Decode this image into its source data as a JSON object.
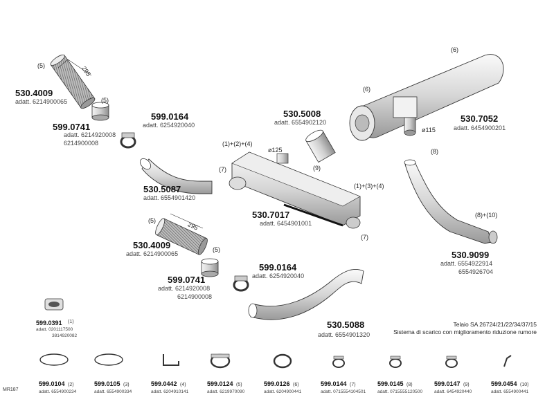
{
  "parts": [
    {
      "code": "530.4009",
      "adatt": [
        "adatt. 6214900065"
      ]
    },
    {
      "code": "599.0741",
      "adatt": [
        "adatt. 6214920008",
        "6214900008"
      ]
    },
    {
      "code": "599.0164",
      "adatt": [
        "adatt. 6254920040"
      ]
    },
    {
      "code": "530.5087",
      "adatt": [
        "adatt. 6554901420"
      ]
    },
    {
      "code": "530.5008",
      "adatt": [
        "adatt. 6554902120"
      ]
    },
    {
      "code": "530.7017",
      "adatt": [
        "adatt. 6454901001"
      ]
    },
    {
      "code": "530.7052",
      "adatt": [
        "adatt. 6454900201"
      ]
    },
    {
      "code": "530.9099",
      "adatt": [
        "adatt. 6554922914",
        "6554926704"
      ]
    },
    {
      "code": "530.4009",
      "adatt": [
        "adatt. 6214900065"
      ]
    },
    {
      "code": "599.0741",
      "adatt": [
        "adatt. 6214920008",
        "6214900008"
      ]
    },
    {
      "code": "599.0164",
      "adatt": [
        "adatt. 6254920040"
      ]
    },
    {
      "code": "530.5088",
      "adatt": [
        "adatt. 6554901320"
      ]
    },
    {
      "code": "599.0391",
      "ref": "(1)",
      "adatt": [
        "adatt. 0201117500",
        "3814920082"
      ]
    }
  ],
  "refs": {
    "r5a": "(5)",
    "r5b": "(5)",
    "r5c": "(5)",
    "r5d": "(5)",
    "r6a": "(6)",
    "r6b": "(6)",
    "r7a": "(7)",
    "r7b": "(7)",
    "r8": "(8)",
    "r9": "(9)",
    "r124": "(1)+(2)+(4)",
    "r134": "(1)+(3)+(4)",
    "r810": "(8)+(10)"
  },
  "dims": {
    "d295a": "295",
    "d295b": "295",
    "phi125": "ø125",
    "phi115": "ø115"
  },
  "telaio": [
    "Telaio SA 26724/21/22/34/37/15",
    "Sistema di scarico con miglioramento riduzione rumore"
  ],
  "bottom_parts": [
    {
      "code": "599.0104",
      "ref": "(2)",
      "adatt": "adatt. 6554900234"
    },
    {
      "code": "599.0105",
      "ref": "(3)",
      "adatt": "adatt. 6554900334"
    },
    {
      "code": "599.0442",
      "ref": "(4)",
      "adatt": "adatt. 6204910141"
    },
    {
      "code": "599.0124",
      "ref": "(5)",
      "adatt": "adatt. 6219970090"
    },
    {
      "code": "599.0126",
      "ref": "(6)",
      "adatt": "adatt. 6204900441"
    },
    {
      "code": "599.0144",
      "ref": "(7)",
      "adatt": "adatt. 0715554104501"
    },
    {
      "code": "599.0145",
      "ref": "(8)",
      "adatt": "adatt. 0715555120500"
    },
    {
      "code": "599.0147",
      "ref": "(9)",
      "adatt": "adatt. 6454920440"
    },
    {
      "code": "599.0454",
      "ref": "(10)",
      "adatt": "adatt. 6554900441"
    }
  ],
  "corner_id": "MR187"
}
